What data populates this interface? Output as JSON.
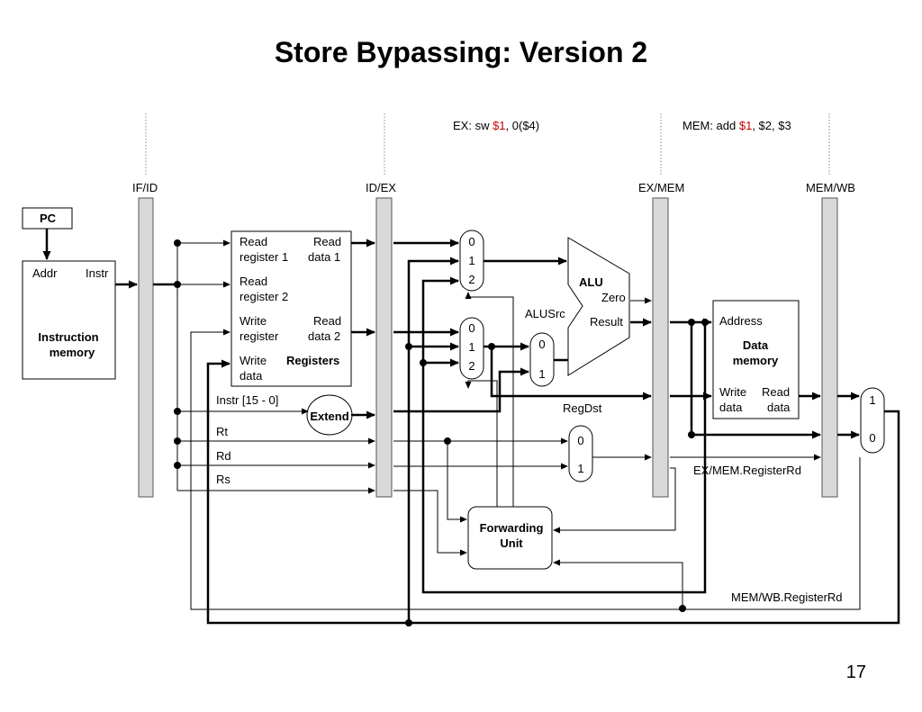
{
  "slide": {
    "title": "Store Bypassing: Version 2",
    "page_number": "17"
  },
  "stage_annotations": {
    "ex": {
      "prefix": "EX: sw ",
      "reg": "$1",
      "suffix": ", 0($4)"
    },
    "mem": {
      "prefix": "MEM: add  ",
      "reg": "$1",
      "suffix": ", $2, $3"
    },
    "highlight_color": "#cc0000"
  },
  "pipeline_registers": {
    "if_id": "IF/ID",
    "id_ex": "ID/EX",
    "ex_mem": "EX/MEM",
    "mem_wb": "MEM/WB"
  },
  "pc": {
    "label": "PC"
  },
  "instruction_memory": {
    "addr": "Addr",
    "instr": "Instr",
    "title_line1": "Instruction",
    "title_line2": "memory"
  },
  "registers": {
    "read_reg1_a": "Read",
    "read_reg1_b": "register 1",
    "read_data1_a": "Read",
    "read_data1_b": "data 1",
    "read_reg2_a": "Read",
    "read_reg2_b": "register 2",
    "write_reg_a": "Write",
    "write_reg_b": "register",
    "read_data2_a": "Read",
    "read_data2_b": "data 2",
    "write_data_a": "Write",
    "write_data_b": "data",
    "title": "Registers"
  },
  "extend": {
    "label": "Extend",
    "input_label": "Instr [15 - 0]"
  },
  "field_labels": {
    "rt": "Rt",
    "rd": "Rd",
    "rs": "Rs"
  },
  "mux_forward_a": {
    "inputs": [
      "0",
      "1",
      "2"
    ]
  },
  "mux_forward_b": {
    "inputs": [
      "0",
      "1",
      "2"
    ]
  },
  "mux_alusrc": {
    "inputs": [
      "0",
      "1"
    ],
    "control": "ALUSrc"
  },
  "mux_regdst": {
    "inputs": [
      "0",
      "1"
    ],
    "control": "RegDst"
  },
  "mux_wb": {
    "inputs": [
      "1",
      "0"
    ]
  },
  "alu": {
    "label": "ALU",
    "zero": "Zero",
    "result": "Result"
  },
  "data_memory": {
    "address": "Address",
    "title_line1": "Data",
    "title_line2": "memory",
    "write_data_a": "Write",
    "write_data_b": "data",
    "read_data_a": "Read",
    "read_data_b": "data"
  },
  "forwarding_unit": {
    "line1": "Forwarding",
    "line2": "Unit"
  },
  "wire_labels": {
    "ex_mem_rd": "EX/MEM.RegisterRd",
    "mem_wb_rd": "MEM/WB.RegisterRd"
  }
}
